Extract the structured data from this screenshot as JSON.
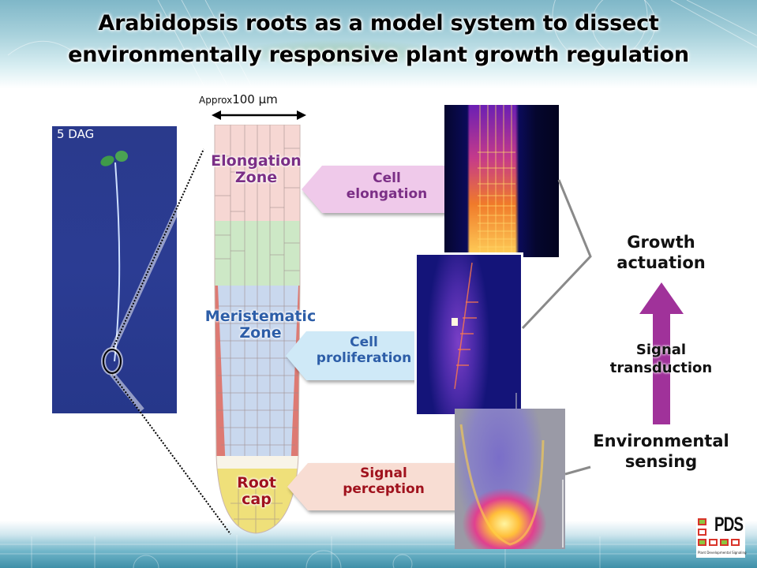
{
  "title": {
    "line1": "Arabidopsis roots as a model system to dissect",
    "line2": "environmentally responsive plant growth regulation"
  },
  "seedling": {
    "age_label": "5 DAG"
  },
  "scale_bar": {
    "prefix": "Approx",
    "value": "100 μm"
  },
  "zones": {
    "elongation": "Elongation Zone",
    "meristematic": "Meristematic Zone",
    "root_cap": "Root cap"
  },
  "callouts": {
    "elongation": "Cell elongation",
    "proliferation": "Cell proliferation",
    "perception": "Signal perception"
  },
  "flow": {
    "top": "Growth actuation",
    "middle": "Signal transduction",
    "bottom": "Environmental sensing"
  },
  "logo": {
    "text": "PDS",
    "subtitle": "Plant Developmental Signaling"
  },
  "colors": {
    "elongation": "#7b2f86",
    "meristematic": "#2d5ea8",
    "root_cap": "#a0121d",
    "flow_arrow": "#a0329a",
    "elongation_fill": "#efc9ea",
    "proliferation_fill": "#cfe9f7",
    "perception_fill": "#f8ddd3"
  }
}
